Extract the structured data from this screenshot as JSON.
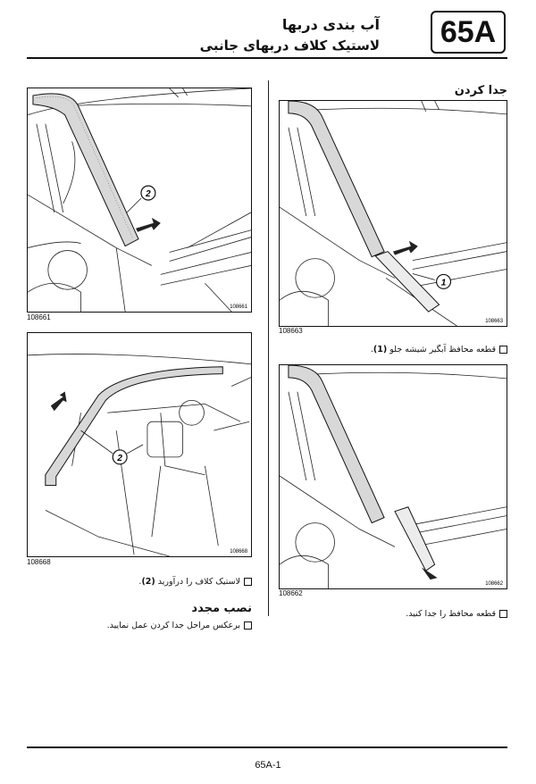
{
  "header": {
    "title_main": "آب بندی دربها",
    "title_sub": "لاستیک کلاف دربهای جانبی",
    "section_code": "65A"
  },
  "figures": [
    {
      "id": "108661",
      "callout": "2"
    },
    {
      "id": "108663",
      "callout": "1"
    },
    {
      "id": "108668",
      "callout": "2"
    },
    {
      "id": "108662"
    }
  ],
  "right_column": {
    "removal_heading": "جدا کردن",
    "step1_text": "قطعه محافظ آبگیر شیشه جلو",
    "step1_ref": "(1)",
    "step2_text": "قطعه محافظ را جدا کنید."
  },
  "left_column": {
    "step3_text": "لاستیک کلاف را درآورید",
    "step3_ref": "(2)",
    "refit_heading": "نصب مجدد",
    "refit_text": "برعکس مراحل جدا کردن عمل نمایید."
  },
  "footer": {
    "page_number": "65A-1"
  }
}
